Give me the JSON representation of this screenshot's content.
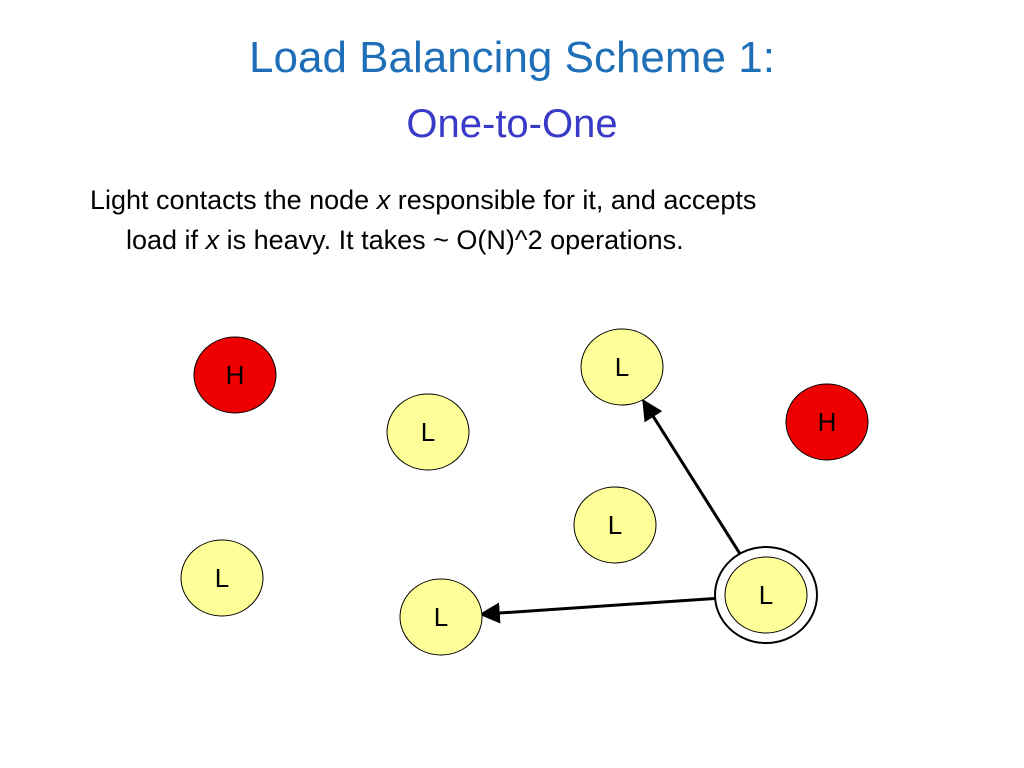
{
  "title": {
    "line1": "Load Balancing Scheme 1:",
    "line2": "One-to-One"
  },
  "body": {
    "line1_part1": "Light contacts the node ",
    "line1_var": "x",
    "line1_part2": " responsible for it, and accepts",
    "line2_part1": "load if ",
    "line2_var": "x",
    "line2_part2": " is heavy. It takes ~ O(N)^2 operations."
  },
  "colors": {
    "heavy_fill": "#ee0000",
    "light_fill": "#ffff99",
    "title_color": "#1f6fb8",
    "subtitle_color": "#3a3ac8"
  },
  "nodes": [
    {
      "id": "h1",
      "label": "H",
      "type": "heavy"
    },
    {
      "id": "l1",
      "label": "L",
      "type": "light"
    },
    {
      "id": "l2",
      "label": "L",
      "type": "light"
    },
    {
      "id": "h2",
      "label": "H",
      "type": "heavy"
    },
    {
      "id": "l3",
      "label": "L",
      "type": "light"
    },
    {
      "id": "l4",
      "label": "L",
      "type": "light"
    },
    {
      "id": "l5",
      "label": "L",
      "type": "light"
    },
    {
      "id": "l6",
      "label": "L",
      "type": "light",
      "highlighted": true
    }
  ],
  "edges": [
    {
      "from": "l6",
      "to": "l1"
    },
    {
      "from": "l6",
      "to": "l5"
    }
  ]
}
